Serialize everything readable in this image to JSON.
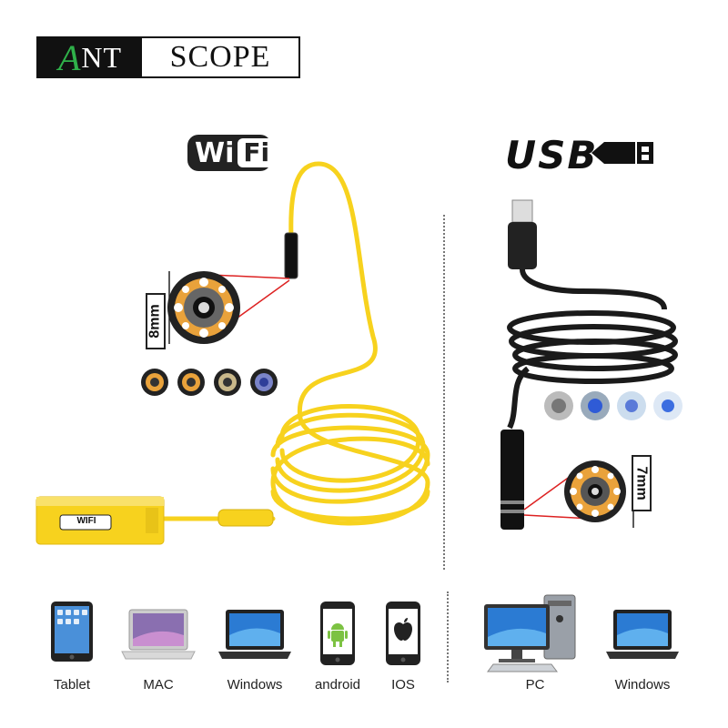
{
  "logo": {
    "first_letter": "A",
    "dark_part": "NT",
    "light_part": "SCOPE"
  },
  "wifi_badge": {
    "wi": "Wi",
    "fi": "Fi"
  },
  "usb_mark": {
    "text": "USB"
  },
  "wifi_product": {
    "scale_label": "8mm",
    "box_label": "WIFI",
    "cable_color": "#f7d21e"
  },
  "usb_product": {
    "scale_label": "7mm",
    "cable_color": "#1a1a1a"
  },
  "devices_wifi": [
    {
      "label": "Tablet",
      "icon": "tablet-icon"
    },
    {
      "label": "MAC",
      "icon": "laptop-mac-icon"
    },
    {
      "label": "Windows",
      "icon": "laptop-windows-icon"
    },
    {
      "label": "android",
      "icon": "android-phone-icon"
    },
    {
      "label": "IOS",
      "icon": "ios-phone-icon"
    }
  ],
  "devices_usb": [
    {
      "label": "PC",
      "icon": "desktop-pc-icon"
    },
    {
      "label": "Windows",
      "icon": "laptop-windows-icon"
    }
  ],
  "colors": {
    "logo_green": "#2fb14a",
    "yellow": "#f7d21e",
    "led_orange": "#e9a23b",
    "led_blue": "#2f5bd6"
  }
}
